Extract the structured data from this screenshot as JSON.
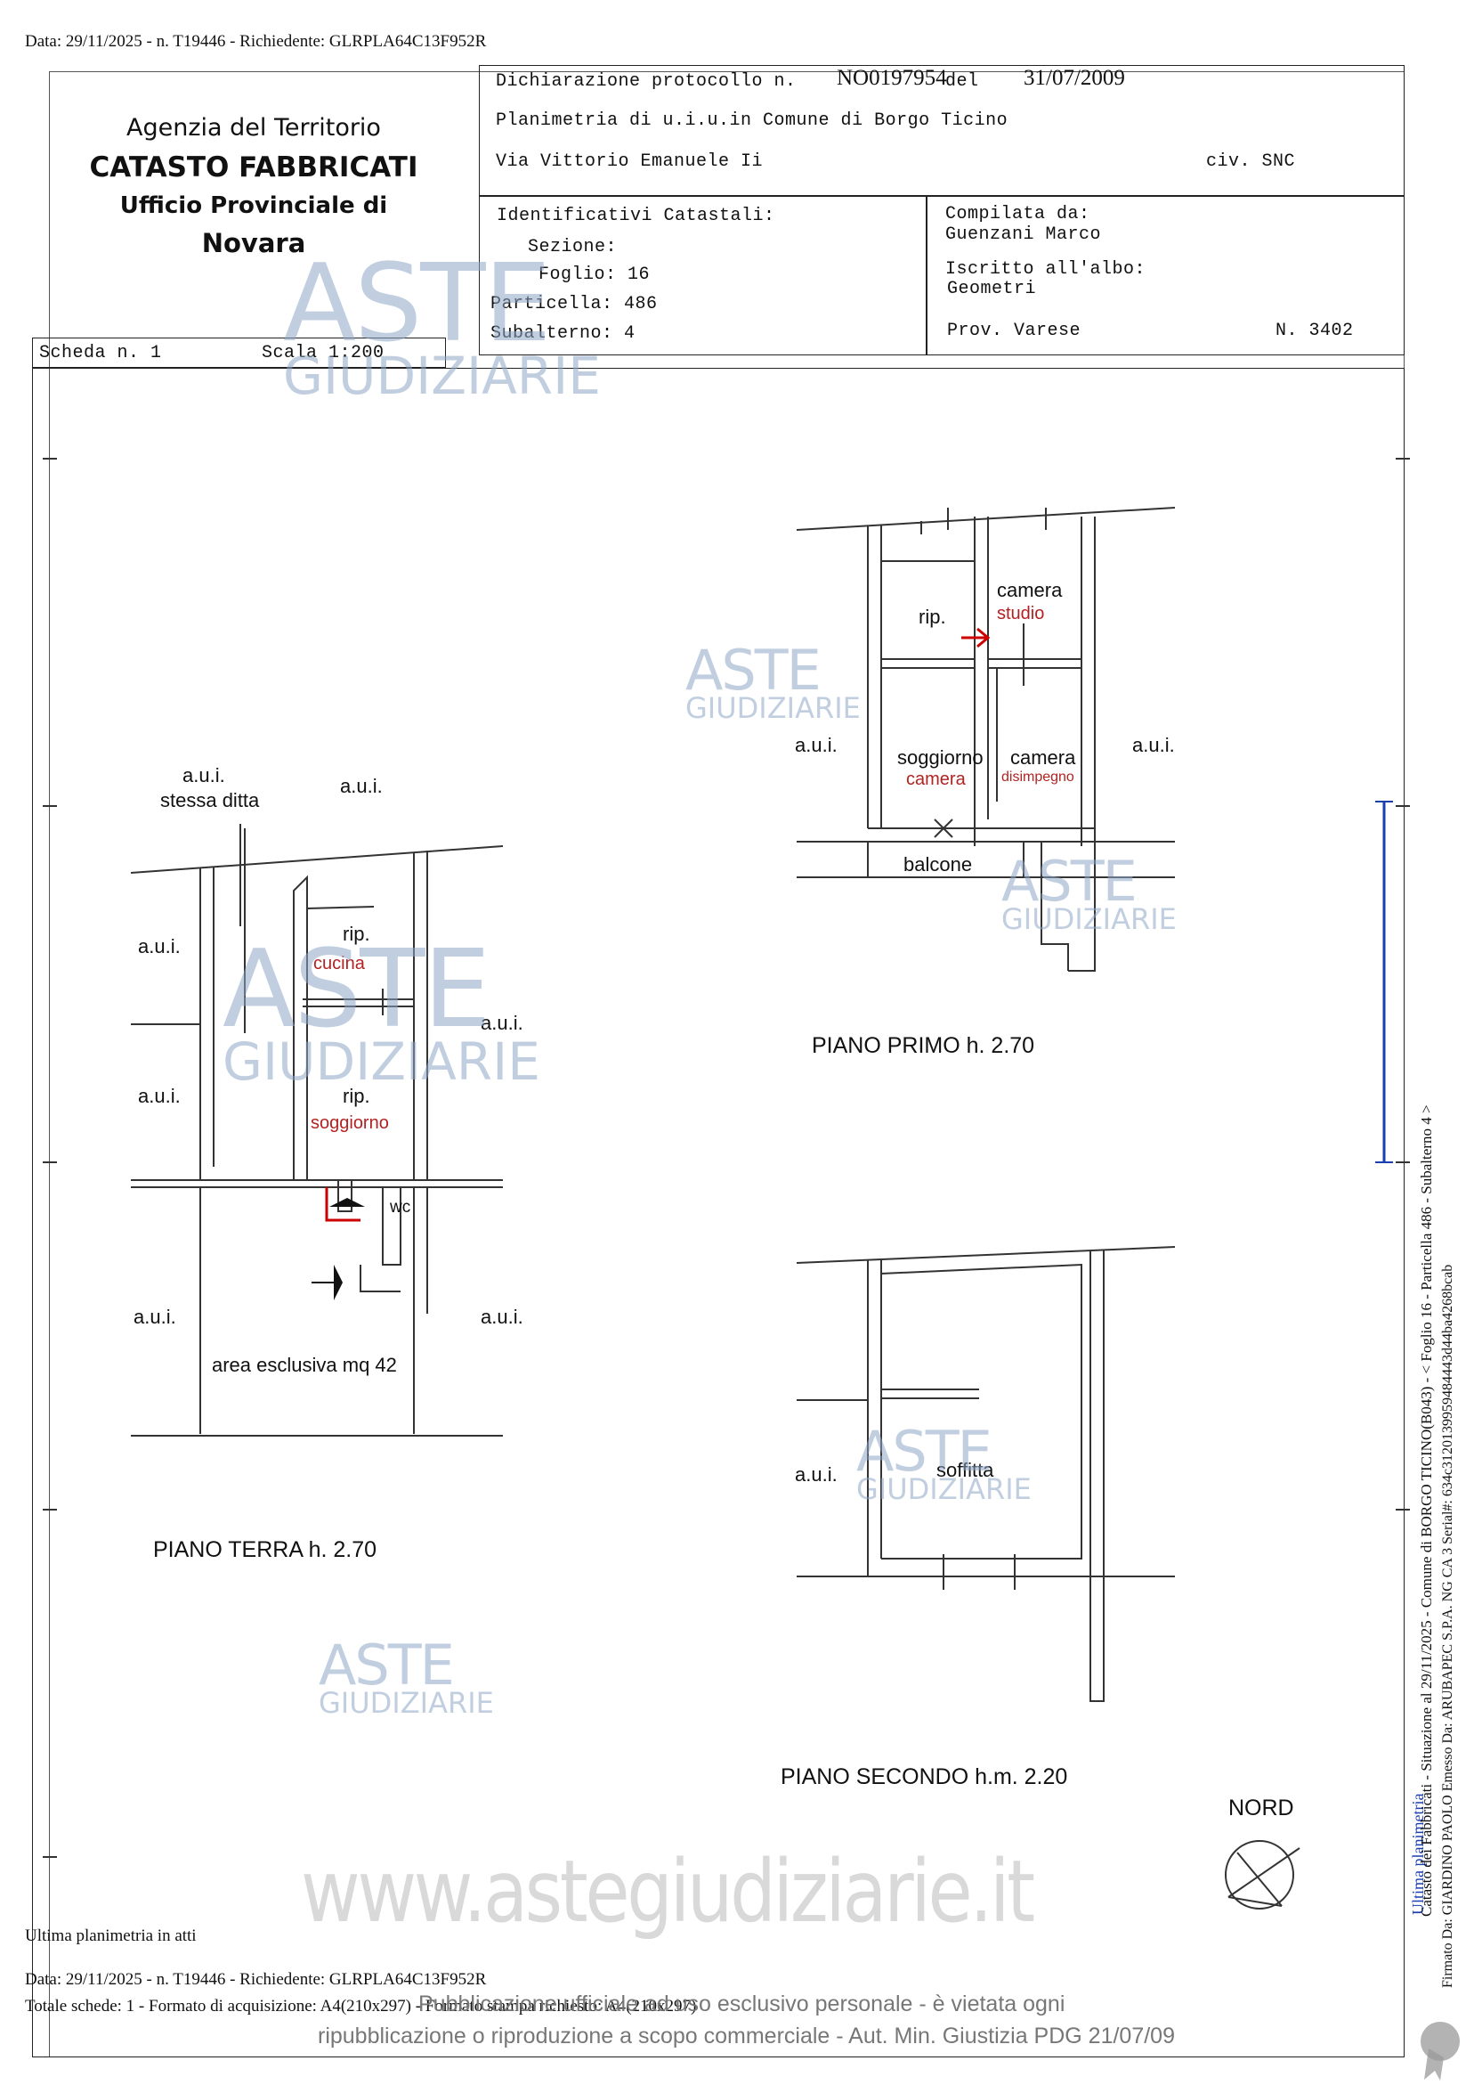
{
  "top_line": "Data: 29/11/2025 - n. T19446 - Richiedente: GLRPLA64C13F952R",
  "agency": {
    "line1": "Agenzia del Territorio",
    "line2": "CATASTO FABBRICATI",
    "line3": "Ufficio Provinciale di",
    "line4": "Novara"
  },
  "header": {
    "protocol_label": "Dichiarazione protocollo n.",
    "protocol_number": "NO0197954",
    "del_label": "del",
    "protocol_date": "31/07/2009",
    "planimetria": "Planimetria di u.i.u.in Comune di Borgo Ticino",
    "address": "Via Vittorio Emanuele Ii",
    "civ": "civ. SNC"
  },
  "identifiers": {
    "title": "Identificativi Catastali:",
    "sezione": "Sezione:",
    "foglio": "Foglio: 16",
    "particella": "Particella: 486",
    "subalterno": "Subalterno: 4"
  },
  "compilata": {
    "label": "Compilata da:",
    "name": "Guenzani Marco",
    "iscritto": "Iscritto all'albo:",
    "albo": "Geometri",
    "prov": "Prov. Varese",
    "numero": "N.  3402"
  },
  "scheda": {
    "scheda": "Scheda n. 1",
    "scala": "Scala 1:200"
  },
  "floors": {
    "terra": {
      "title": "PIANO TERRA h. 2.70",
      "labels": {
        "aui_stessa": "a.u.i.",
        "stessa_ditta": "stessa ditta",
        "aui_top": "a.u.i.",
        "aui_left1": "a.u.i.",
        "aui_left2": "a.u.i.",
        "aui_right1": "a.u.i.",
        "aui_bottom_left": "a.u.i.",
        "aui_bottom_right": "a.u.i.",
        "rip1": "rip.",
        "cucina": "cucina",
        "rip2": "rip.",
        "soggiorno": "soggiorno",
        "wc": "wc",
        "area": "area esclusiva mq 42"
      }
    },
    "primo": {
      "title": "PIANO PRIMO h. 2.70",
      "labels": {
        "camera_top": "camera",
        "studio": "studio",
        "rip": "rip.",
        "soggiorno": "soggiorno",
        "camera_red": "camera",
        "camera2": "camera",
        "disimpegno": "disimpegno",
        "aui_left": "a.u.i.",
        "aui_right": "a.u.i.",
        "balcone": "balcone"
      }
    },
    "secondo": {
      "title": "PIANO SECONDO h.m. 2.20",
      "labels": {
        "aui": "a.u.i.",
        "soffitta": "soffitta"
      }
    }
  },
  "nord": "NORD",
  "side_text": {
    "catasto": "Catasto dei Fabbricati - Situazione al 29/11/2025 - Comune di BORGO TICINO(B043) - < Foglio 16 - Particella 486 - Subalterno 4 >",
    "firmato": "Firmato Da: GIARDINO PAOLO Emesso Da: ARUBAPEC S.P.A. NG CA 3 Serial#: 634c3120139959484443d44ba4268bcab",
    "margin_mark": "Ultima planimetria"
  },
  "bottom": {
    "ultima": "Ultima planimetria in atti",
    "data_line": "Data: 29/11/2025 - n. T19446 - Richiedente: GLRPLA64C13F952R",
    "totale": "Totale schede: 1 - Formato di acquisizione: A4(210x297) - Formato stampa richiesto: A4(210x297)"
  },
  "watermark": {
    "aste": "ASTE",
    "giudiziarie": "GIUDIZIARIE",
    "site": "www.astegiudiziarie.it",
    "notice1": "Pubblicazione ufficiale ad uso esclusivo personale - è vietata ogni",
    "notice2": "ripubblicazione o riproduzione a scopo commerciale - Aut. Min. Giustizia PDG 21/07/09"
  }
}
